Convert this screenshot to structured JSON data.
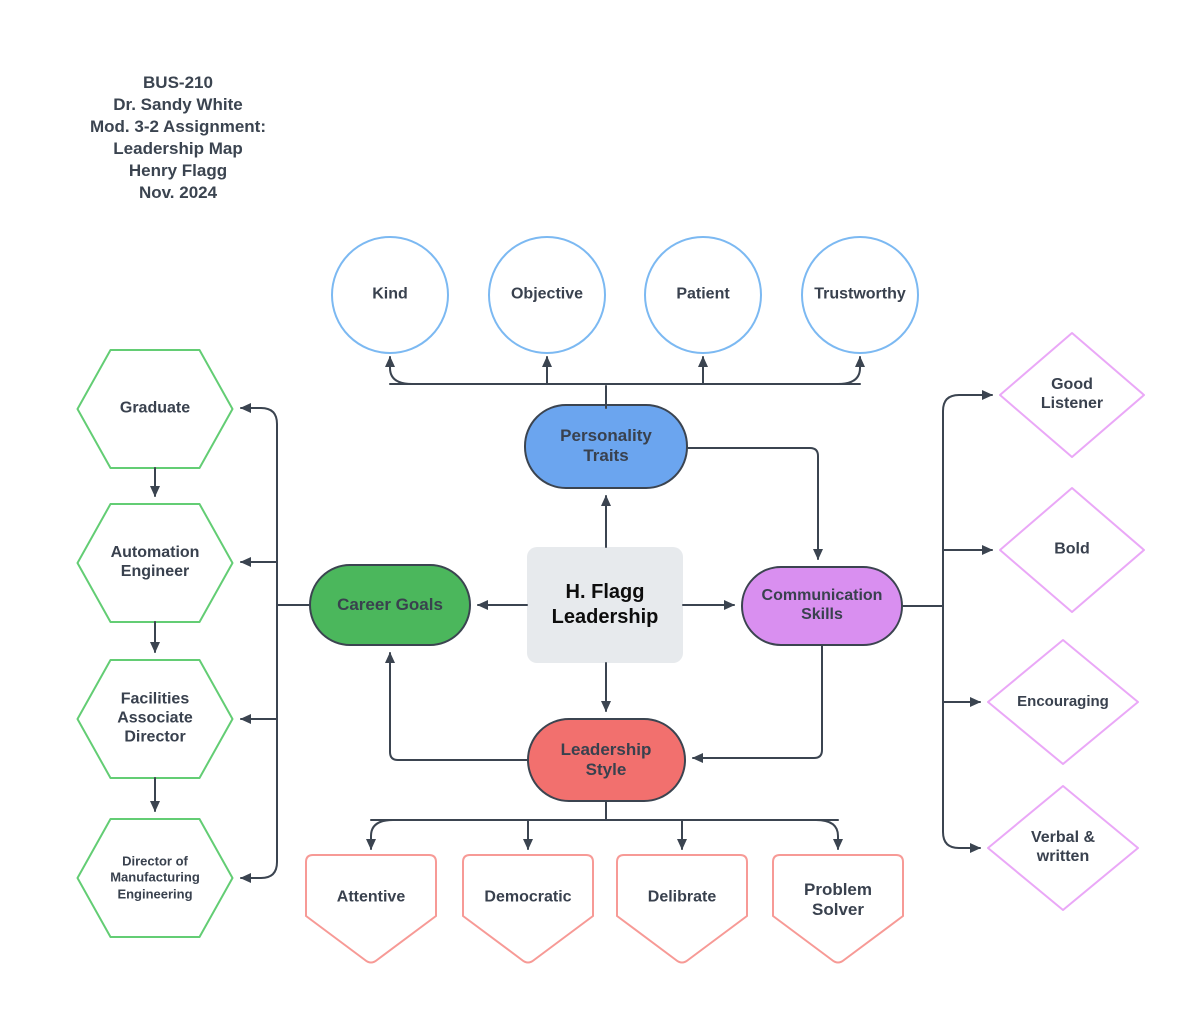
{
  "title_block": {
    "lines": [
      "BUS-210",
      "Dr. Sandy White",
      "Mod. 3-2 Assignment:",
      "Leadership Map",
      "Henry Flagg",
      "Nov. 2024"
    ]
  },
  "center_node": {
    "label": "H. Flagg Leadership"
  },
  "nodes": {
    "personality_traits": {
      "label": "Personality Traits",
      "fill": "#6ba5ef"
    },
    "career_goals": {
      "label": "Career Goals",
      "fill": "#4bb75c"
    },
    "communication_skills": {
      "label": "Communication Skills",
      "fill": "#d98ff0"
    },
    "leadership_style": {
      "label": "Leadership Style",
      "fill": "#f2706e"
    }
  },
  "personality_items": [
    "Kind",
    "Objective",
    "Patient",
    "Trustworthy"
  ],
  "career_items": [
    "Graduate",
    "Automation Engineer",
    "Facilities Associate Director",
    "Director of Manufacturing Engineering"
  ],
  "communication_items": [
    "Good Listener",
    "Bold",
    "Encouraging",
    "Verbal & written"
  ],
  "leadership_items": [
    "Attentive",
    "Democratic",
    "Delibrate",
    "Problem Solver"
  ],
  "colors": {
    "dark": "#3b4450",
    "circle_outline": "#7cb9f2",
    "hexagon_outline": "#63cd74",
    "diamond_outline": "#eaa8f7",
    "shield_outline": "#f79a96",
    "center_fill": "#e7eaed"
  }
}
